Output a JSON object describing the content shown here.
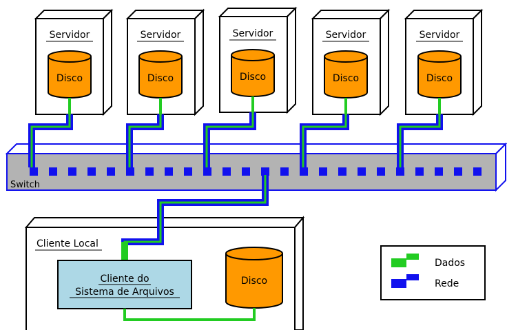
{
  "servers": [
    {
      "label": "Servidor",
      "disk": "Disco"
    },
    {
      "label": "Servidor",
      "disk": "Disco"
    },
    {
      "label": "Servidor",
      "disk": "Disco"
    },
    {
      "label": "Servidor",
      "disk": "Disco"
    },
    {
      "label": "Servidor",
      "disk": "Disco"
    }
  ],
  "switch": {
    "label": "Switch"
  },
  "client": {
    "title": "Cliente Local",
    "fs_line1": "Cliente do",
    "fs_line2": "Sistema de Arquivos",
    "disk": "Disco"
  },
  "legend": {
    "dados": "Dados",
    "rede": "Rede"
  },
  "colors": {
    "disk": "#FF9900",
    "data_link": "#22CC22",
    "network_link": "#1111EE",
    "switch_body": "#B3B3B3",
    "fs_client_box": "#ADD8E6"
  }
}
